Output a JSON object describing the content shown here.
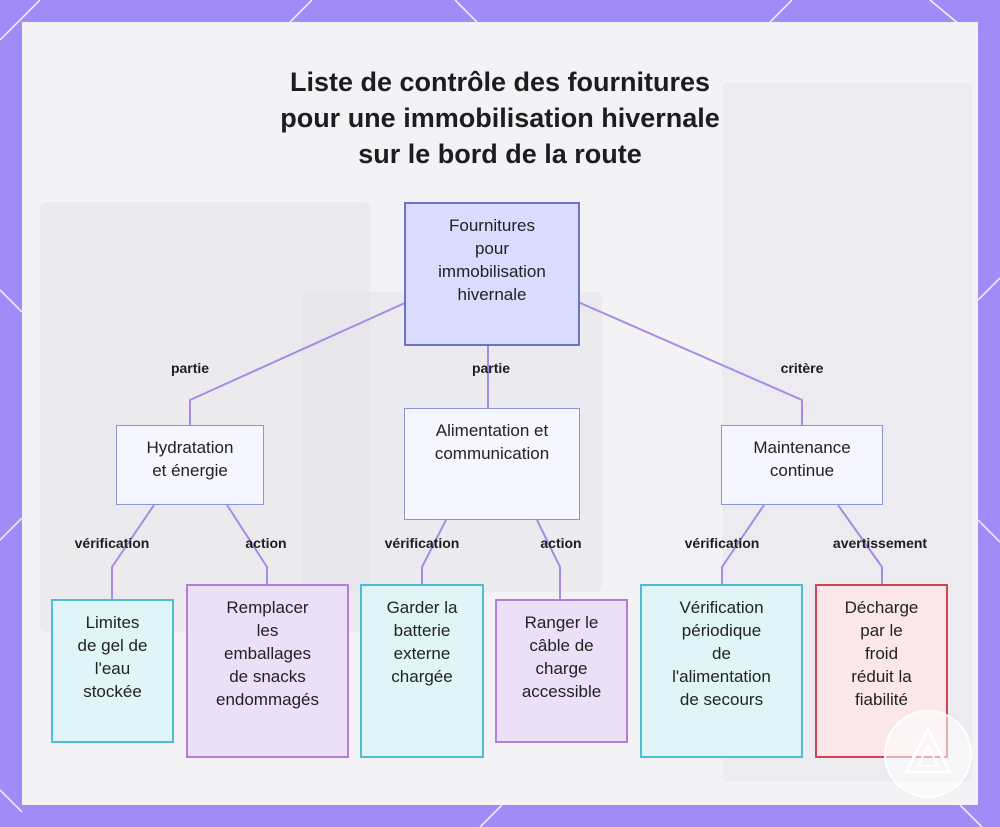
{
  "title": {
    "line1": "Liste de contrôle des fournitures",
    "line2": "pour une immobilisation hivernale",
    "line3": "sur le bord de la route"
  },
  "nodes": {
    "root": [
      "Fournitures",
      "pour",
      "immobilisation",
      "hivernale"
    ],
    "hydration": [
      "Hydratation",
      "et énergie"
    ],
    "power": [
      "Alimentation et",
      "communication"
    ],
    "maintenance": [
      "Maintenance",
      "continue"
    ],
    "water_limits": [
      "Limites",
      "de gel de",
      "l'eau",
      "stockée"
    ],
    "snacks": [
      "Remplacer",
      "les",
      "emballages",
      "de snacks",
      "endommagés"
    ],
    "battery": [
      "Garder la",
      "batterie",
      "externe",
      "chargée"
    ],
    "cable": [
      "Ranger le",
      "câble de",
      "charge",
      "accessible"
    ],
    "backup_check": [
      "Vérification",
      "périodique",
      "de",
      "l'alimentation",
      "de secours"
    ],
    "cold_discharge": [
      "Décharge",
      "par le",
      "froid",
      "réduit la",
      "fiabilité"
    ]
  },
  "edge_labels": {
    "root_hydration": "partie",
    "root_power": "partie",
    "root_maintenance": "critère",
    "hydration_water": "vérification",
    "hydration_snacks": "action",
    "power_battery": "vérification",
    "power_cable": "action",
    "maintenance_backup": "vérification",
    "maintenance_cold": "avertissement"
  },
  "colors": {
    "frame": "#a18cf7",
    "edge": "#a98ae6",
    "root_border": "#6c74c9",
    "cyan_border": "#4dbdd6",
    "violet_border": "#b37ed9",
    "red_border": "#cf4553"
  },
  "icons": {
    "logo": "triangle-badge-icon"
  }
}
